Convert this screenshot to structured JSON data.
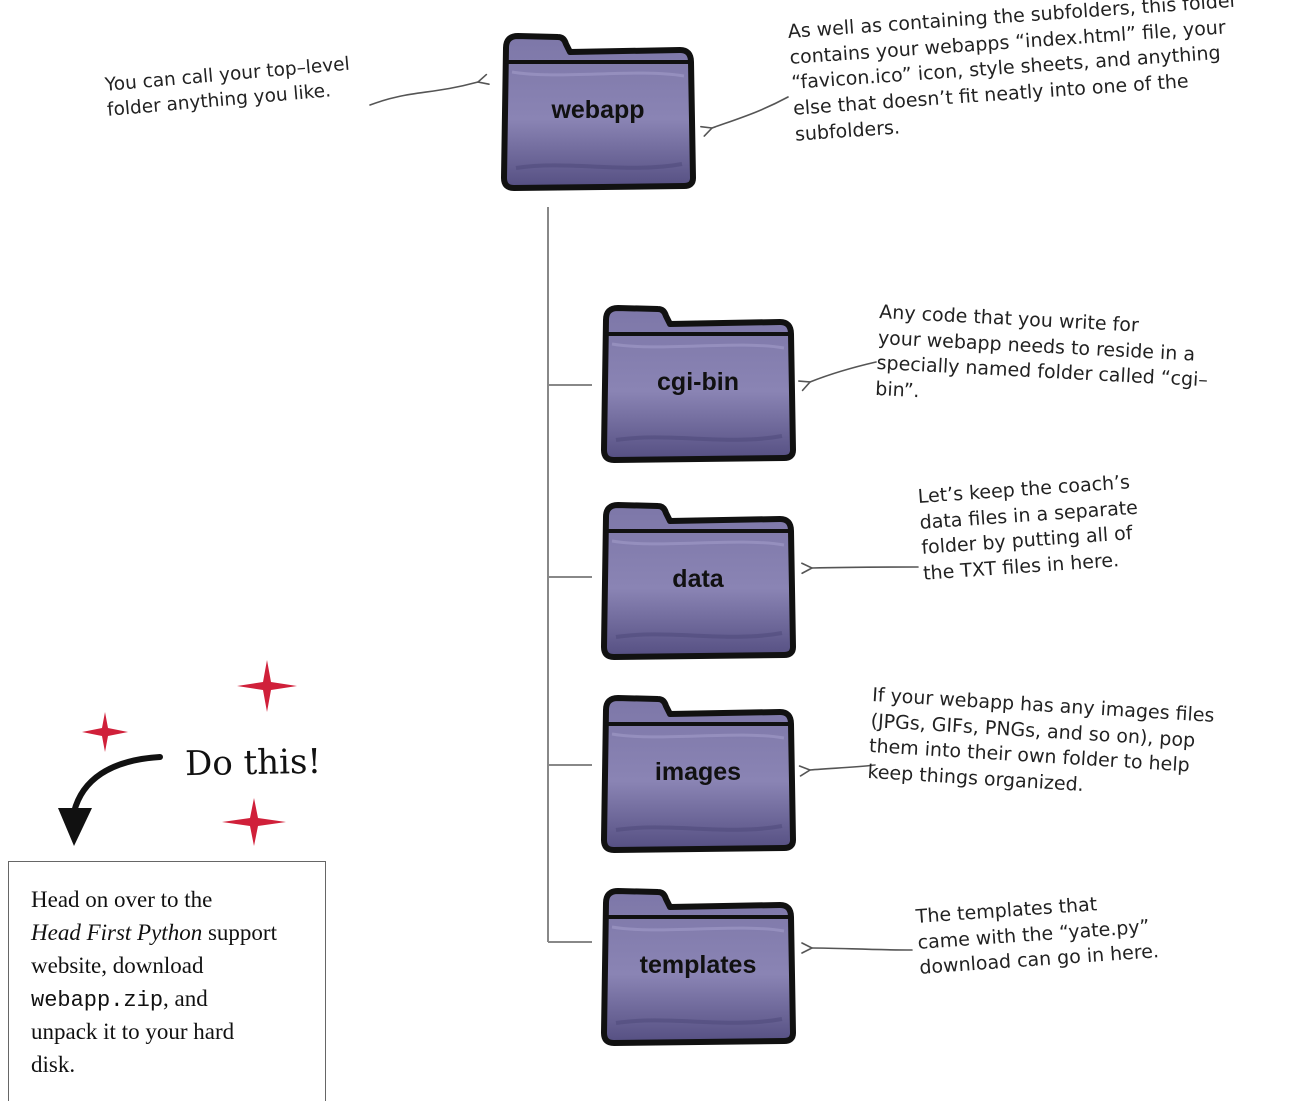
{
  "folders": [
    {
      "id": "webapp",
      "label": "webapp"
    },
    {
      "id": "cgi-bin",
      "label": "cgi-bin"
    },
    {
      "id": "data",
      "label": "data"
    },
    {
      "id": "images",
      "label": "images"
    },
    {
      "id": "templates",
      "label": "templates"
    }
  ],
  "annotations": {
    "toplevel": [
      "You can call your top–level",
      "folder anything you like."
    ],
    "webapp": [
      "As well as containing the subfolders, this folder",
      "contains your webapps “index.html” file, your",
      "“favicon.ico” icon, style sheets, and anything",
      "else that doesn’t fit neatly into one of the",
      "subfolders."
    ],
    "cgi_bin": [
      "Any code that you write for",
      "your webapp needs to reside in a",
      "specially named folder called “cgi–",
      "bin”."
    ],
    "data": [
      "Let’s keep the coach’s",
      "data files in a separate",
      "folder by putting all of",
      "the TXT files in here."
    ],
    "images": [
      "If your webapp has any images files",
      "(JPGs, GIFs, PNGs, and so on), pop",
      "them into their own folder to help",
      "keep things organized."
    ],
    "templates": [
      "The templates that",
      "came with the “yate.py”",
      "download can go in here."
    ]
  },
  "callout": {
    "label": "Do this!"
  },
  "instruction": {
    "line1": "Head on over to the",
    "line2_italic": "Head First Python",
    "line2_rest": " support",
    "line3": "website, download",
    "line4_code": "webapp.zip",
    "line4_rest": ", and",
    "line5": "unpack it to your hard",
    "line6": "disk."
  },
  "colors": {
    "folder_fill": "#7d77a8",
    "folder_dark": "#554f82",
    "folder_outline": "#111111",
    "tree_line": "#888888",
    "arrow": "#555555",
    "sparkle": "#d0203a"
  }
}
